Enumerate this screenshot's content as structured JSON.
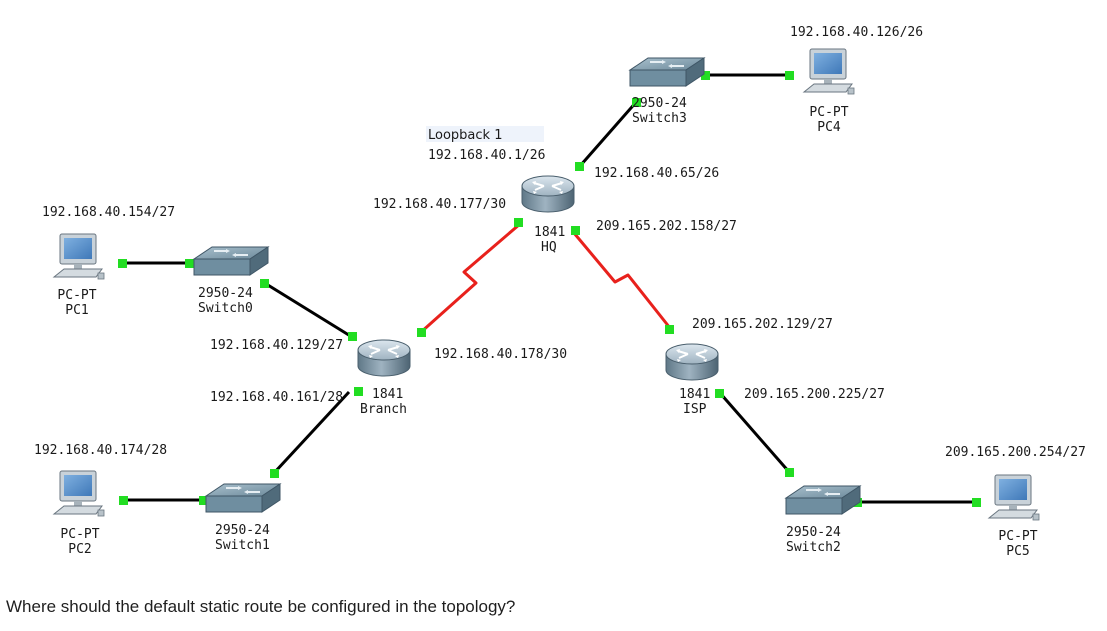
{
  "question": "Where should the default static route be configured in the topology?",
  "devices": {
    "pc1": {
      "type": "PC-PT",
      "name": "PC1",
      "ip": "192.168.40.154/27"
    },
    "pc2": {
      "type": "PC-PT",
      "name": "PC2",
      "ip": "192.168.40.174/28"
    },
    "pc4": {
      "type": "PC-PT",
      "name": "PC4",
      "ip": "192.168.40.126/26"
    },
    "pc5": {
      "type": "PC-PT",
      "name": "PC5",
      "ip": "209.165.200.254/27"
    },
    "switch0": {
      "model": "2950-24",
      "name": "Switch0"
    },
    "switch1": {
      "model": "2950-24",
      "name": "Switch1"
    },
    "switch2": {
      "model": "2950-24",
      "name": "Switch2"
    },
    "switch3": {
      "model": "2950-24",
      "name": "Switch3"
    },
    "branch": {
      "model": "1841",
      "name": "Branch"
    },
    "hq": {
      "model": "1841",
      "name": "HQ"
    },
    "isp": {
      "model": "1841",
      "name": "ISP"
    }
  },
  "interfaces": {
    "hq_loopback_label": "Loopback 1",
    "hq_loopback_ip": "192.168.40.1/26",
    "hq_lan": "192.168.40.65/26",
    "hq_serial_branch": "192.168.40.177/30",
    "hq_serial_isp": "209.165.202.158/27",
    "branch_lan0": "192.168.40.129/27",
    "branch_lan1": "192.168.40.161/28",
    "branch_serial": "192.168.40.178/30",
    "isp_serial": "209.165.202.129/27",
    "isp_lan": "209.165.200.225/27"
  },
  "colors": {
    "ethernet_link": "#000000",
    "serial_link": "#e8211c",
    "port_up": "#22dd22",
    "loopback_bg": "#eef3fb"
  }
}
